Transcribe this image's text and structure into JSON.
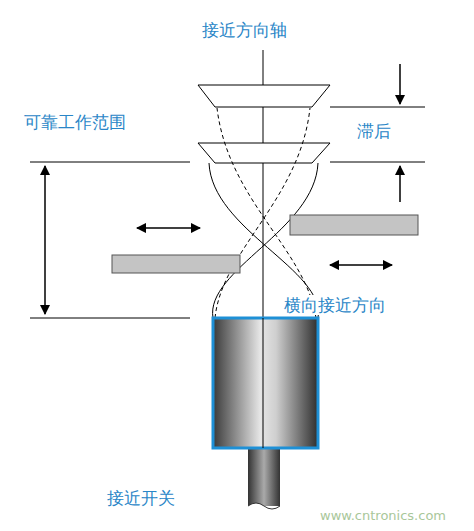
{
  "diagram": {
    "labels": [
      "接近方向轴",
      "可靠工作范围",
      "滞后",
      "横向接近方向",
      "接近开关",
      "www.cntronics.com"
    ]
  }
}
